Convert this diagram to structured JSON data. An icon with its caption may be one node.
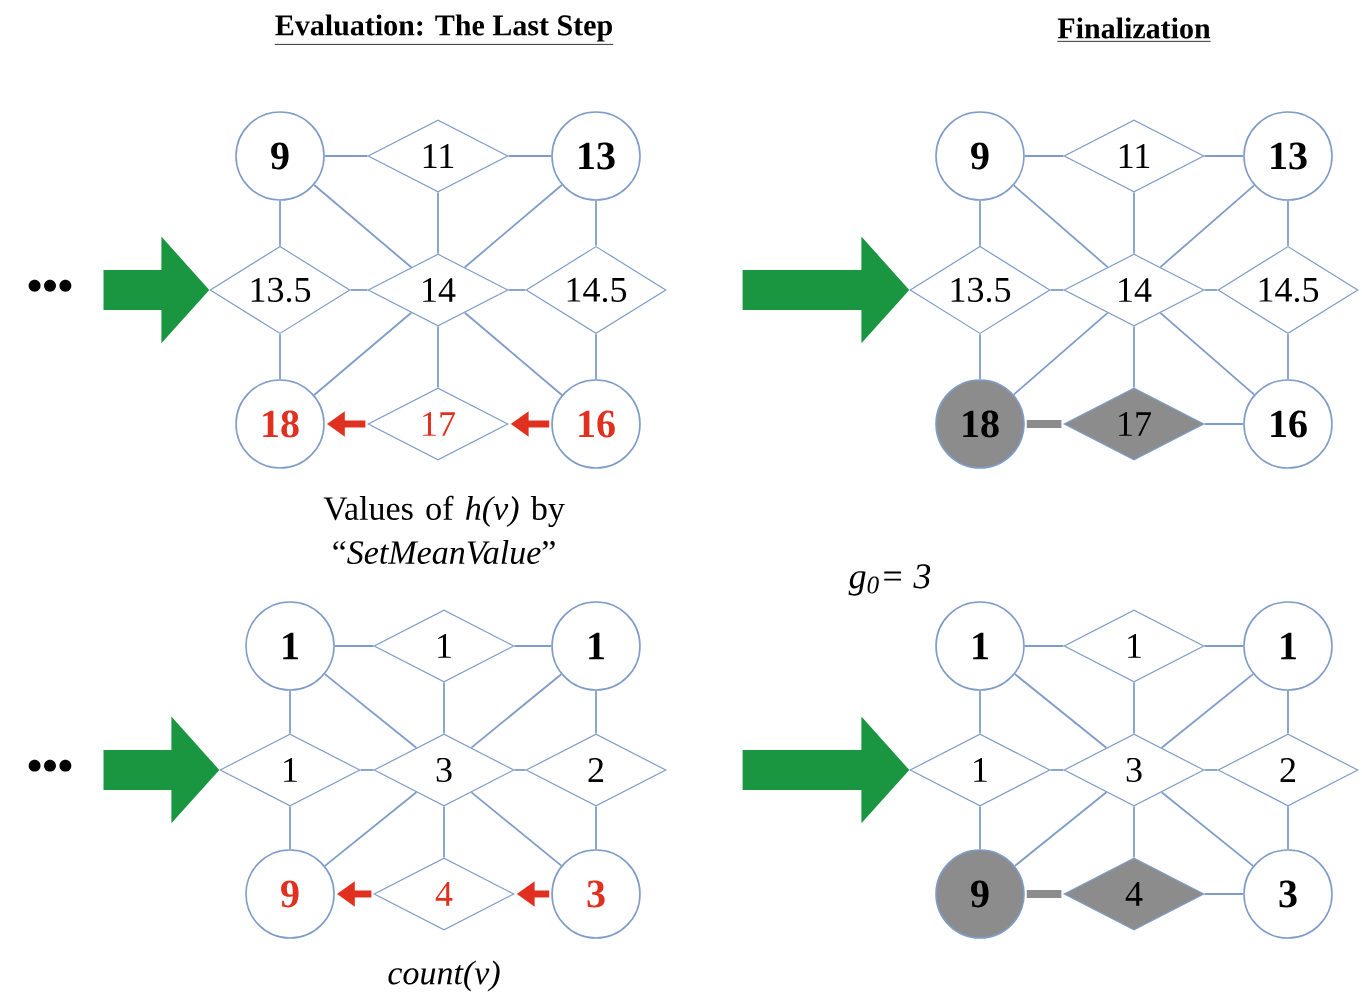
{
  "diagram": {
    "nodes": [
      {
        "text": [
          "•••"
        ]
      },
      {
        "text": [
          "9"
        ]
      },
      {
        "text": [
          "11"
        ]
      },
      {
        "text": [
          "13"
        ]
      },
      {
        "text": [
          "13.5"
        ]
      },
      {
        "text": [
          "14"
        ]
      },
      {
        "text": [
          "14.5"
        ]
      },
      {
        "text": [
          "18"
        ]
      },
      {
        "text": [
          "17"
        ]
      },
      {
        "text": [
          "16"
        ]
      },
      {
        "text": [
          "9"
        ]
      },
      {
        "text": [
          "11"
        ]
      },
      {
        "text": [
          "13"
        ]
      },
      {
        "text": [
          "13.5"
        ]
      },
      {
        "text": [
          "14"
        ]
      },
      {
        "text": [
          "14.5"
        ]
      },
      {
        "text": [
          "18"
        ]
      },
      {
        "text": [
          "17"
        ]
      },
      {
        "text": [
          "16"
        ]
      },
      {
        "text": [
          "•••"
        ]
      },
      {
        "text": [
          "1"
        ]
      },
      {
        "text": [
          "1"
        ]
      },
      {
        "text": [
          "1"
        ]
      },
      {
        "text": [
          "1"
        ]
      },
      {
        "text": [
          "3"
        ]
      },
      {
        "text": [
          "2"
        ]
      },
      {
        "text": [
          "9"
        ]
      },
      {
        "text": [
          "4"
        ]
      },
      {
        "text": [
          "3"
        ]
      },
      {
        "text": [
          "1"
        ]
      },
      {
        "text": [
          "1"
        ]
      },
      {
        "text": [
          "1"
        ]
      },
      {
        "text": [
          "1"
        ]
      },
      {
        "text": [
          "3"
        ]
      },
      {
        "text": [
          "2"
        ]
      },
      {
        "text": [
          "9"
        ]
      },
      {
        "text": [
          "4"
        ]
      },
      {
        "text": [
          "3"
        ]
      }
    ],
    "edges": [
      {
        "from": 0,
        "to": 4,
        "arrow": "to",
        "style": "thick",
        "color": "#1a9641"
      },
      {
        "from": 6,
        "to": 13,
        "arrow": "to",
        "style": "thick",
        "color": "#1a9641"
      },
      {
        "from": 19,
        "to": 23,
        "arrow": "to",
        "style": "thick",
        "color": "#1a9641"
      },
      {
        "from": 25,
        "to": 32,
        "arrow": "to",
        "style": "thick",
        "color": "#1a9641"
      },
      {
        "from": 1,
        "to": 2,
        "arrow": "none"
      },
      {
        "from": 2,
        "to": 3,
        "arrow": "none"
      },
      {
        "from": 4,
        "to": 5,
        "arrow": "none"
      },
      {
        "from": 5,
        "to": 6,
        "arrow": "none"
      },
      {
        "from": 1,
        "to": 4,
        "arrow": "none"
      },
      {
        "from": 4,
        "to": 7,
        "arrow": "none"
      },
      {
        "from": 2,
        "to": 5,
        "arrow": "none"
      },
      {
        "from": 5,
        "to": 8,
        "arrow": "none"
      },
      {
        "from": 3,
        "to": 6,
        "arrow": "none"
      },
      {
        "from": 6,
        "to": 9,
        "arrow": "none"
      },
      {
        "from": 1,
        "to": 5,
        "arrow": "none"
      },
      {
        "from": 3,
        "to": 5,
        "arrow": "none"
      },
      {
        "from": 7,
        "to": 5,
        "arrow": "none"
      },
      {
        "from": 9,
        "to": 5,
        "arrow": "none"
      },
      {
        "from": 9,
        "to": 8,
        "arrow": "to",
        "style": "thick",
        "color": "#e03020"
      },
      {
        "from": 8,
        "to": 7,
        "arrow": "to",
        "style": "thick",
        "color": "#e03020"
      },
      {
        "from": 10,
        "to": 11,
        "arrow": "none"
      },
      {
        "from": 11,
        "to": 12,
        "arrow": "none"
      },
      {
        "from": 13,
        "to": 14,
        "arrow": "none"
      },
      {
        "from": 14,
        "to": 15,
        "arrow": "none"
      },
      {
        "from": 10,
        "to": 13,
        "arrow": "none"
      },
      {
        "from": 13,
        "to": 16,
        "arrow": "none"
      },
      {
        "from": 11,
        "to": 14,
        "arrow": "none"
      },
      {
        "from": 14,
        "to": 17,
        "arrow": "none"
      },
      {
        "from": 12,
        "to": 15,
        "arrow": "none"
      },
      {
        "from": 15,
        "to": 18,
        "arrow": "none"
      },
      {
        "from": 10,
        "to": 14,
        "arrow": "none"
      },
      {
        "from": 12,
        "to": 14,
        "arrow": "none"
      },
      {
        "from": 16,
        "to": 14,
        "arrow": "none"
      },
      {
        "from": 18,
        "to": 14,
        "arrow": "none"
      },
      {
        "from": 16,
        "to": 17,
        "arrow": "none",
        "style": "thick",
        "color": "#8c8c8c"
      },
      {
        "from": 17,
        "to": 18,
        "arrow": "none"
      },
      {
        "from": 20,
        "to": 21,
        "arrow": "none"
      },
      {
        "from": 21,
        "to": 22,
        "arrow": "none"
      },
      {
        "from": 23,
        "to": 24,
        "arrow": "none"
      },
      {
        "from": 24,
        "to": 25,
        "arrow": "none"
      },
      {
        "from": 20,
        "to": 23,
        "arrow": "none"
      },
      {
        "from": 23,
        "to": 26,
        "arrow": "none"
      },
      {
        "from": 21,
        "to": 24,
        "arrow": "none"
      },
      {
        "from": 24,
        "to": 27,
        "arrow": "none"
      },
      {
        "from": 22,
        "to": 25,
        "arrow": "none"
      },
      {
        "from": 25,
        "to": 28,
        "arrow": "none"
      },
      {
        "from": 20,
        "to": 24,
        "arrow": "none"
      },
      {
        "from": 22,
        "to": 24,
        "arrow": "none"
      },
      {
        "from": 26,
        "to": 24,
        "arrow": "none"
      },
      {
        "from": 28,
        "to": 24,
        "arrow": "none"
      },
      {
        "from": 28,
        "to": 27,
        "arrow": "to",
        "style": "thick",
        "color": "#e03020"
      },
      {
        "from": 27,
        "to": 26,
        "arrow": "to",
        "style": "thick",
        "color": "#e03020"
      },
      {
        "from": 29,
        "to": 30,
        "arrow": "none"
      },
      {
        "from": 30,
        "to": 31,
        "arrow": "none"
      },
      {
        "from": 32,
        "to": 33,
        "arrow": "none"
      },
      {
        "from": 33,
        "to": 34,
        "arrow": "none"
      },
      {
        "from": 29,
        "to": 32,
        "arrow": "none"
      },
      {
        "from": 32,
        "to": 35,
        "arrow": "none"
      },
      {
        "from": 30,
        "to": 33,
        "arrow": "none"
      },
      {
        "from": 33,
        "to": 36,
        "arrow": "none"
      },
      {
        "from": 31,
        "to": 34,
        "arrow": "none"
      },
      {
        "from": 34,
        "to": 37,
        "arrow": "none"
      },
      {
        "from": 29,
        "to": 33,
        "arrow": "none"
      },
      {
        "from": 31,
        "to": 33,
        "arrow": "none"
      },
      {
        "from": 35,
        "to": 33,
        "arrow": "none"
      },
      {
        "from": 37,
        "to": 33,
        "arrow": "none"
      },
      {
        "from": 35,
        "to": 36,
        "arrow": "none",
        "style": "thick",
        "color": "#8c8c8c"
      },
      {
        "from": 36,
        "to": 37,
        "arrow": "none"
      }
    ],
    "labels": [
      "Evaluation: The Last Step",
      "Finalization",
      "Values of *h(v)* by “*SetMeanValue*”",
      "g$_{0}$= 3",
      "count(v)"
    ]
  }
}
